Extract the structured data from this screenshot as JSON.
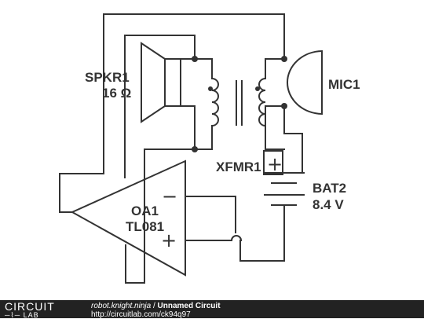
{
  "components": {
    "speaker": {
      "ref": "SPKR1",
      "value": "16 Ω"
    },
    "microphone": {
      "ref": "MIC1"
    },
    "transformer": {
      "ref": "XFMR1"
    },
    "battery": {
      "ref": "BAT2",
      "value": "8.4 V"
    },
    "opamp": {
      "ref": "OA1",
      "value": "TL081",
      "minus": "−",
      "plus": "+"
    },
    "battery_plus": "+"
  },
  "footer": {
    "logo_top": "CIRCUIT",
    "logo_bottom": "LAB",
    "author": "robot.knight.ninja",
    "separator": " / ",
    "title": "Unnamed Circuit",
    "url": "http://circuitlab.com/ck94q97"
  },
  "colors": {
    "wire": "#333333",
    "footer_bg": "#222222",
    "footer_text": "#ffffff"
  }
}
